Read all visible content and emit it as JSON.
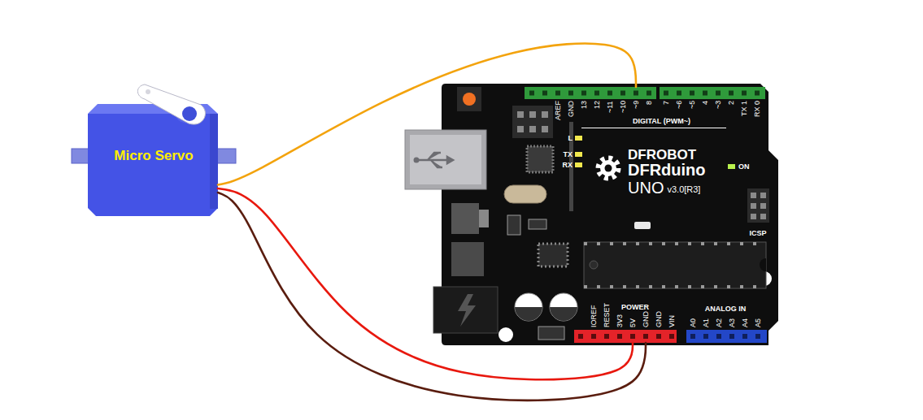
{
  "diagram": {
    "nodes": [
      {
        "text": [
          "Micro Servo"
        ]
      },
      {
        "text": [
          "DFROBOT",
          "DFRduino",
          "UNO",
          "v3.0[R3]"
        ]
      },
      {
        "text": [
          "~9"
        ],
        "in": 1
      },
      {
        "text": [
          "5V"
        ],
        "in": 1
      },
      {
        "text": [
          "GND"
        ],
        "in": 1
      }
    ],
    "edges": [
      {
        "from": 0,
        "to": 2,
        "arrow": "none"
      },
      {
        "from": 0,
        "to": 3,
        "arrow": "none"
      },
      {
        "from": 0,
        "to": 4,
        "arrow": "none"
      }
    ],
    "labels": [
      "AREF",
      "GND",
      "13",
      "12",
      "~11",
      "~10",
      "8",
      "7",
      "~6",
      "~5",
      "4",
      "~3",
      "2",
      "TX 1",
      "RX 0",
      "DIGITAL (PWM~)",
      "L",
      "TX",
      "RX",
      "ON",
      "ICSP",
      "IOREF",
      "RESET",
      "3V3",
      "GND",
      "VIN",
      "POWER",
      "ANALOG IN",
      "A0",
      "A1",
      "A2",
      "A3",
      "A4",
      "A5"
    ]
  }
}
